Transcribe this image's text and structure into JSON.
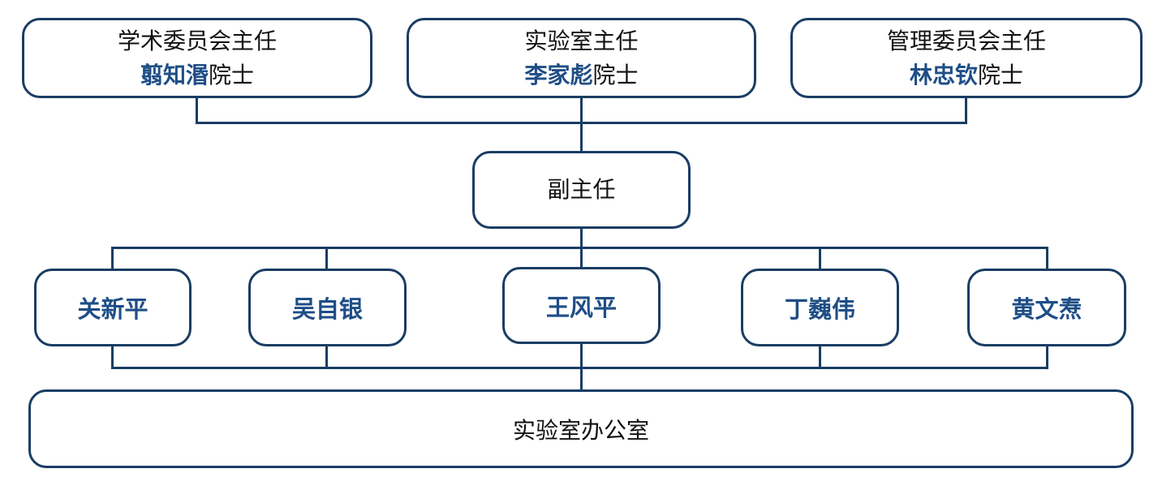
{
  "directors": [
    {
      "role": "学术委员会主任",
      "name": "翦知湣",
      "title": "院士"
    },
    {
      "role": "实验室主任",
      "name": "李家彪",
      "title": "院士"
    },
    {
      "role": "管理委员会主任",
      "name": "林忠钦",
      "title": "院士"
    }
  ],
  "deputy": {
    "label": "副主任"
  },
  "deputies": [
    "关新平",
    "吴自银",
    "王风平",
    "丁巍伟",
    "黄文焘"
  ],
  "office": {
    "label": "实验室办公室"
  },
  "colors": {
    "border": "#1a3d63",
    "name_accent": "#1f4e86"
  }
}
